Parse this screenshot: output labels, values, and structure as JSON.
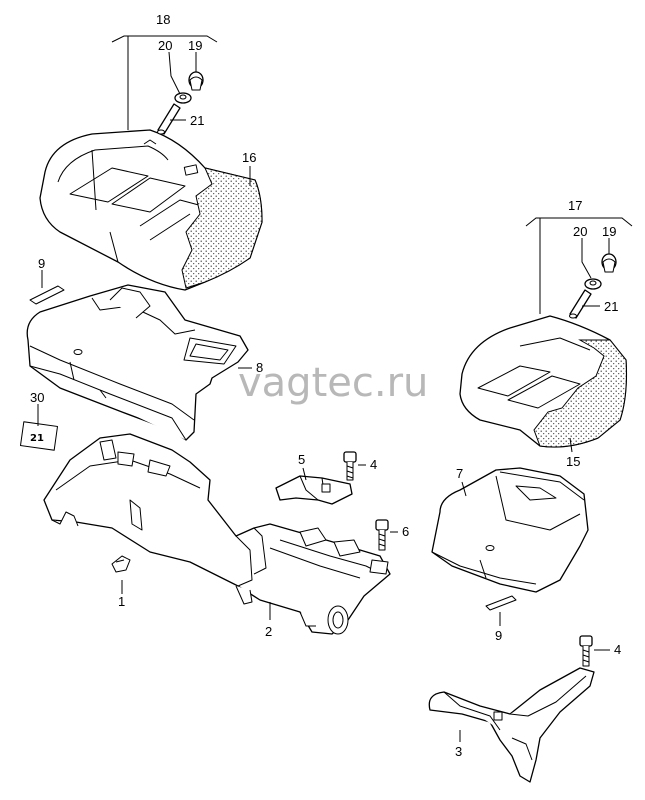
{
  "watermark": "vagtec.ru",
  "callouts": [
    {
      "id": "c18",
      "text": "18"
    },
    {
      "id": "c20a",
      "text": "20"
    },
    {
      "id": "c19a",
      "text": "19"
    },
    {
      "id": "c21a",
      "text": "21"
    },
    {
      "id": "c16",
      "text": "16"
    },
    {
      "id": "c9a",
      "text": "9"
    },
    {
      "id": "c8",
      "text": "8"
    },
    {
      "id": "c30",
      "text": "30"
    },
    {
      "id": "c5",
      "text": "5"
    },
    {
      "id": "c4a",
      "text": "4"
    },
    {
      "id": "c6",
      "text": "6"
    },
    {
      "id": "c1",
      "text": "1"
    },
    {
      "id": "c2",
      "text": "2"
    },
    {
      "id": "c17",
      "text": "17"
    },
    {
      "id": "c20b",
      "text": "20"
    },
    {
      "id": "c19b",
      "text": "19"
    },
    {
      "id": "c21b",
      "text": "21"
    },
    {
      "id": "c15",
      "text": "15"
    },
    {
      "id": "c7",
      "text": "7"
    },
    {
      "id": "c9b",
      "text": "9"
    },
    {
      "id": "c4b",
      "text": "4"
    },
    {
      "id": "c3",
      "text": "3"
    }
  ]
}
